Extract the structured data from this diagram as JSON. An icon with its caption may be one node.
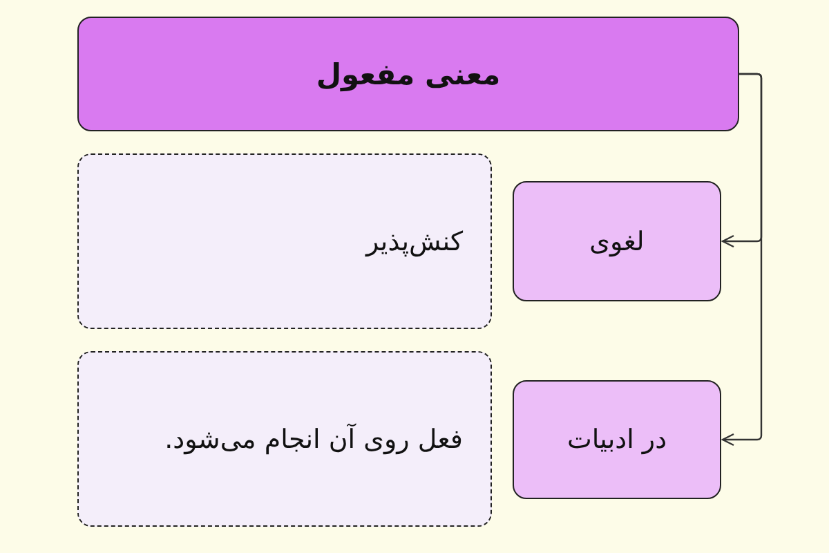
{
  "diagram": {
    "nodes": [
      {
        "text": [
          "معنی مفعول"
        ]
      },
      {
        "text": [
          "لغوی"
        ]
      },
      {
        "text": [
          "کنش‌پذیر"
        ]
      },
      {
        "text": [
          "در ادبیات"
        ]
      },
      {
        "text": [
          "فعل روی آن انجام می‌شود."
        ]
      }
    ],
    "edges": [
      {
        "from": 0,
        "to": 1,
        "arrow": "to"
      },
      {
        "from": 0,
        "to": 3,
        "arrow": "to"
      }
    ]
  }
}
